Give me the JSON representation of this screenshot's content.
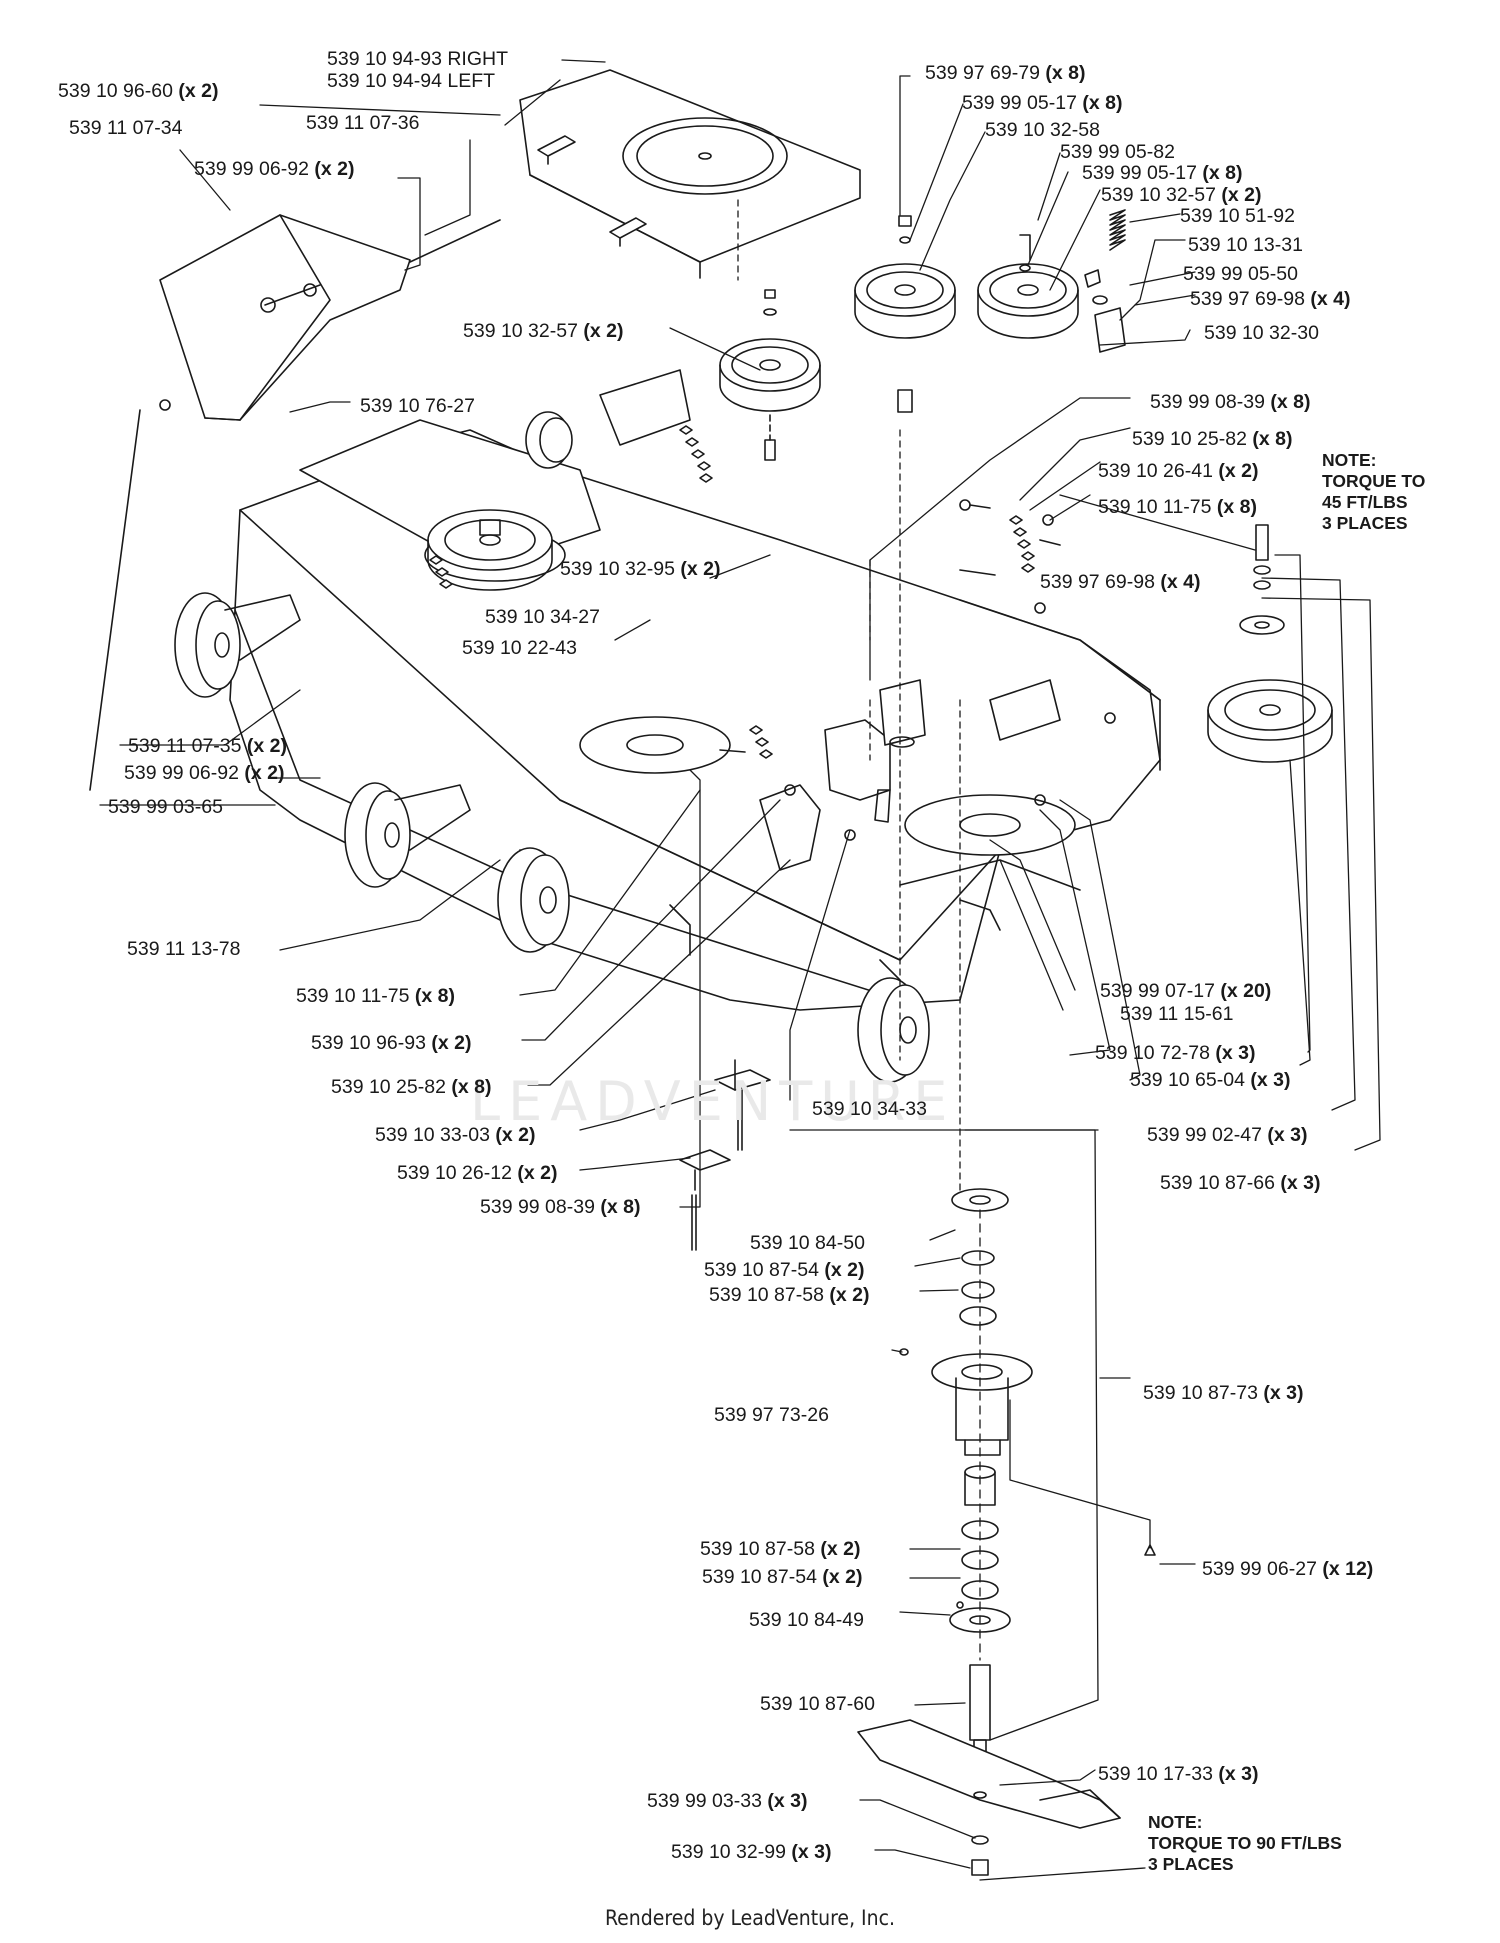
{
  "watermark": "LEADVENTURE",
  "footer": "Rendered by LeadVenture, Inc.",
  "labels": [
    {
      "id": "l01",
      "part": "539 10 94-93 RIGHT",
      "qty": ""
    },
    {
      "id": "l02",
      "part": "539 10 94-94 LEFT",
      "qty": ""
    },
    {
      "id": "l03",
      "part": "539 10 96-60",
      "qty": "(x 2)"
    },
    {
      "id": "l04",
      "part": "539 11 07-34",
      "qty": ""
    },
    {
      "id": "l05",
      "part": "539 11 07-36",
      "qty": ""
    },
    {
      "id": "l06",
      "part": "539 99 06-92",
      "qty": "(x 2)"
    },
    {
      "id": "l07",
      "part": "539 97 69-79",
      "qty": "(x 8)"
    },
    {
      "id": "l08",
      "part": "539 99 05-17",
      "qty": "(x 8)"
    },
    {
      "id": "l09",
      "part": "539 10 32-58",
      "qty": ""
    },
    {
      "id": "l10",
      "part": "539 99 05-82",
      "qty": ""
    },
    {
      "id": "l11",
      "part": "539 99 05-17",
      "qty": "(x 8)"
    },
    {
      "id": "l12",
      "part": "539 10 32-57",
      "qty": "(x 2)"
    },
    {
      "id": "l13",
      "part": "539 10 51-92",
      "qty": ""
    },
    {
      "id": "l14",
      "part": "539 10 13-31",
      "qty": ""
    },
    {
      "id": "l15",
      "part": "539 99 05-50",
      "qty": ""
    },
    {
      "id": "l16",
      "part": "539 97 69-98",
      "qty": "(x 4)"
    },
    {
      "id": "l17",
      "part": "539 10 32-30",
      "qty": ""
    },
    {
      "id": "l18",
      "part": "539 10 32-57",
      "qty": "(x 2)"
    },
    {
      "id": "l19",
      "part": "539 10 76-27",
      "qty": ""
    },
    {
      "id": "l20",
      "part": "539 99 08-39",
      "qty": "(x 8)"
    },
    {
      "id": "l21",
      "part": "539 10 25-82",
      "qty": "(x 8)"
    },
    {
      "id": "l22",
      "part": "539 10 26-41",
      "qty": "(x 2)"
    },
    {
      "id": "l23",
      "part": "539 10 11-75",
      "qty": "(x 8)"
    },
    {
      "id": "l24",
      "part": "539 97 69-98",
      "qty": "(x 4)"
    },
    {
      "id": "l25",
      "part": "539 10 32-95",
      "qty": "(x 2)"
    },
    {
      "id": "l26",
      "part": "539 10 34-27",
      "qty": ""
    },
    {
      "id": "l27",
      "part": "539 10 22-43",
      "qty": ""
    },
    {
      "id": "l28",
      "part": "539 11 07-35",
      "qty": "(x 2)"
    },
    {
      "id": "l29",
      "part": "539 99 06-92",
      "qty": "(x 2)"
    },
    {
      "id": "l30",
      "part": "539 99 03-65",
      "qty": ""
    },
    {
      "id": "l31",
      "part": "539 11 13-78",
      "qty": ""
    },
    {
      "id": "l32",
      "part": "539 10 11-75",
      "qty": "(x 8)"
    },
    {
      "id": "l33",
      "part": "539 10 96-93",
      "qty": "(x 2)"
    },
    {
      "id": "l34",
      "part": "539 10 25-82",
      "qty": "(x 8)"
    },
    {
      "id": "l35",
      "part": "539 10 33-03",
      "qty": "(x 2)"
    },
    {
      "id": "l36",
      "part": "539 10 26-12",
      "qty": "(x 2)"
    },
    {
      "id": "l37",
      "part": "539 99 08-39",
      "qty": "(x 8)"
    },
    {
      "id": "l38",
      "part": "539 10 34-33",
      "qty": ""
    },
    {
      "id": "l39",
      "part": "539 99 07-17",
      "qty": "(x 20)"
    },
    {
      "id": "l40",
      "part": "539 11 15-61",
      "qty": ""
    },
    {
      "id": "l41",
      "part": "539 10 72-78",
      "qty": "(x 3)"
    },
    {
      "id": "l42",
      "part": "539 10 65-04",
      "qty": "(x 3)"
    },
    {
      "id": "l43",
      "part": "539 99 02-47",
      "qty": "(x 3)"
    },
    {
      "id": "l44",
      "part": "539 10 87-66",
      "qty": "(x 3)"
    },
    {
      "id": "l45",
      "part": "539 10 84-50",
      "qty": ""
    },
    {
      "id": "l46",
      "part": "539 10 87-54",
      "qty": "(x 2)"
    },
    {
      "id": "l47",
      "part": "539 10 87-58",
      "qty": "(x 2)"
    },
    {
      "id": "l48",
      "part": "539 10 87-73",
      "qty": "(x 3)"
    },
    {
      "id": "l49",
      "part": "539 97 73-26",
      "qty": ""
    },
    {
      "id": "l50",
      "part": "539 99 06-27",
      "qty": "(x 12)"
    },
    {
      "id": "l51",
      "part": "539 10 87-58",
      "qty": "(x 2)"
    },
    {
      "id": "l52",
      "part": "539 10 87-54",
      "qty": "(x 2)"
    },
    {
      "id": "l53",
      "part": "539 10 84-49",
      "qty": ""
    },
    {
      "id": "l54",
      "part": "539 10 87-60",
      "qty": ""
    },
    {
      "id": "l55",
      "part": "539 10 17-33",
      "qty": "(x 3)"
    },
    {
      "id": "l56",
      "part": "539 99 03-33",
      "qty": "(x 3)"
    },
    {
      "id": "l57",
      "part": "539 10 32-99",
      "qty": "(x 3)"
    }
  ],
  "notes": [
    {
      "id": "n1",
      "lines": [
        "NOTE:",
        "TORQUE TO",
        "45 FT/LBS",
        "3 PLACES"
      ]
    },
    {
      "id": "n2",
      "lines": [
        "NOTE:",
        "TORQUE TO 90 FT/LBS",
        "3 PLACES"
      ]
    }
  ]
}
